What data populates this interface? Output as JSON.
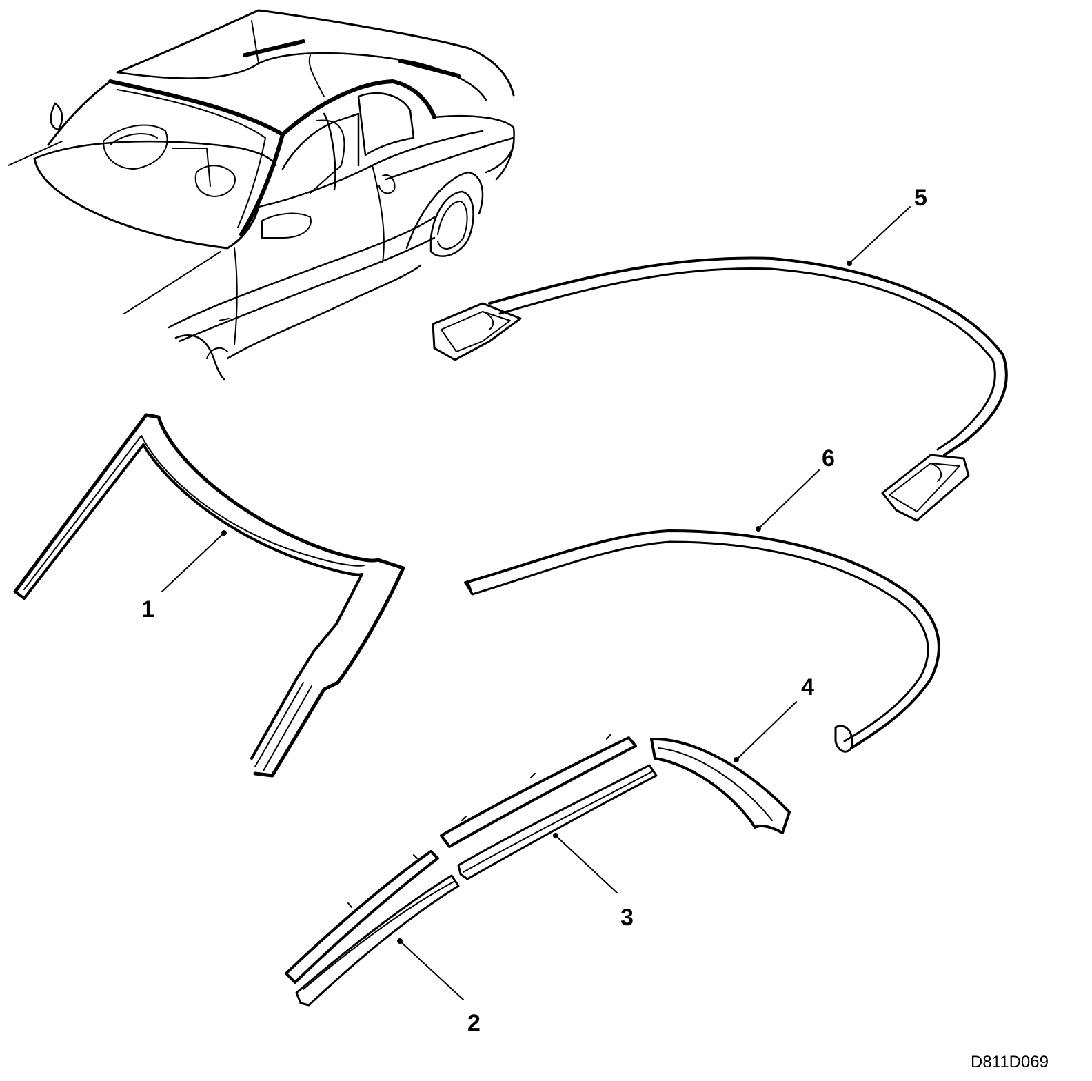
{
  "callouts": [
    {
      "id": "1",
      "label": "1"
    },
    {
      "id": "2",
      "label": "2"
    },
    {
      "id": "3",
      "label": "3"
    },
    {
      "id": "4",
      "label": "4"
    },
    {
      "id": "5",
      "label": "5"
    },
    {
      "id": "6",
      "label": "6"
    }
  ],
  "reference_code": "D811D069",
  "colors": {
    "line": "#000000",
    "background": "#ffffff"
  }
}
